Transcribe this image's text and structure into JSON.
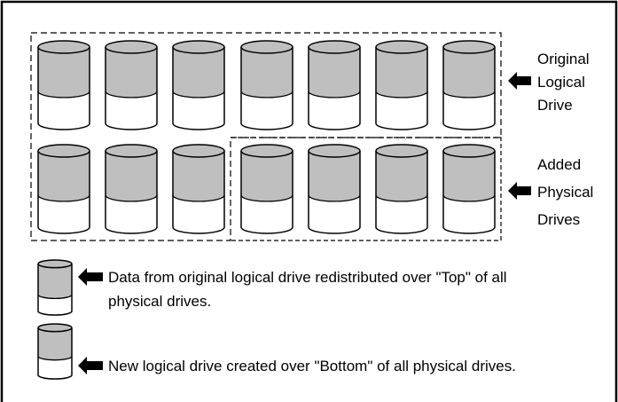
{
  "labels": {
    "original_line1": "Original",
    "original_line2": "Logical",
    "original_line3": "Drive",
    "added_line1": "Added",
    "added_line2": "Physical",
    "added_line3": "Drives"
  },
  "legend": {
    "top_line1": "Data from original logical drive redistributed over \"Top\" of all",
    "top_line2": "physical drives.",
    "bottom_line1": "New logical drive created over \"Bottom\" of all physical drives."
  },
  "colors": {
    "drive_fill_gray": "#bfbfbf",
    "drive_fill_white": "#ffffff",
    "stroke": "#000000"
  },
  "diagram": {
    "row1_drive_count": 7,
    "row2_original_drive_count": 3,
    "row2_added_drive_count": 4
  }
}
